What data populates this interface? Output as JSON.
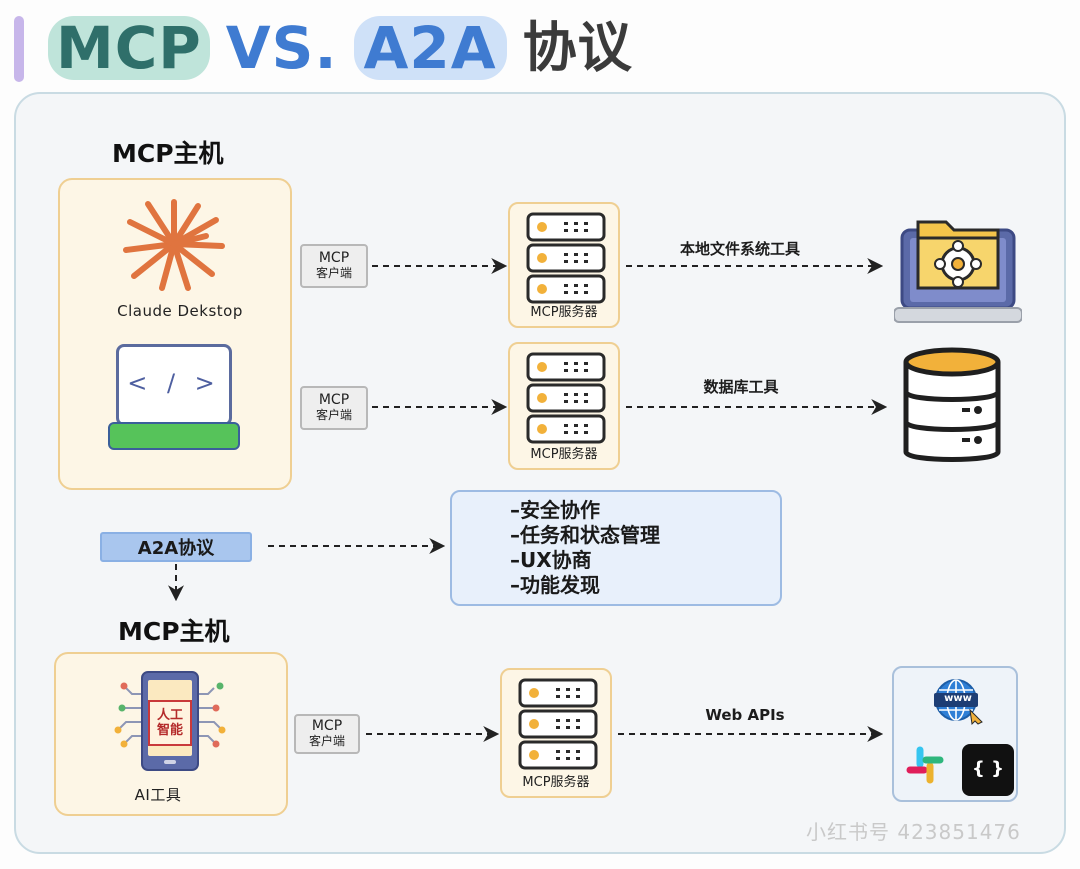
{
  "title": {
    "mcp": "MCP",
    "vs": "VS.",
    "a2a": "A2A",
    "suffix": "协议"
  },
  "top_host": {
    "title": "MCP主机",
    "claude_label": "Claude Dekstop",
    "code_glyph": "< / >"
  },
  "rows": [
    {
      "client_line1": "MCP",
      "client_line2": "客户端",
      "server_label": "MCP服务器",
      "edge_label": "本地文件系统工具"
    },
    {
      "client_line1": "MCP",
      "client_line2": "客户端",
      "server_label": "MCP服务器",
      "edge_label": "数据库工具"
    },
    {
      "client_line1": "MCP",
      "client_line2": "客户端",
      "server_label": "MCP服务器",
      "edge_label": "Web APIs"
    }
  ],
  "a2a": {
    "label": "A2A协议",
    "features": [
      "–安全协作",
      "–任务和状态管理",
      "–UX协商",
      "–功能发现"
    ]
  },
  "bottom_host": {
    "title": "MCP主机",
    "phone_text_1": "人工",
    "phone_text_2": "智能",
    "app_label": "AI工具"
  },
  "web_icons": {
    "www_text": "www",
    "github_glyph": "{ }"
  },
  "watermark": "小红书号 423851476",
  "colors": {
    "host_fill": "#fdf6e6",
    "host_border": "#efcf92",
    "claude_orange": "#e0743f",
    "a2a_blue": "#a9c6ee",
    "title_blue": "#3f7bd1",
    "title_teal": "#2f6f6a"
  }
}
